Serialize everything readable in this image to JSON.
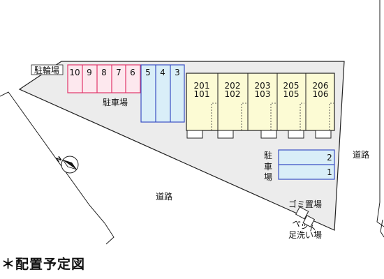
{
  "bicycle_parking_label": "駐輪場",
  "parking_label": "駐車場",
  "parking_label_side": [
    "駐",
    "車",
    "場"
  ],
  "road_label_center": "道路",
  "road_label_right": "道路",
  "garbage_label": "ゴミ置場",
  "pet_label": "ペット",
  "foot_wash_label": "足洗い場",
  "title": "＊配置予定図",
  "pink_spaces": [
    "10",
    "9",
    "8",
    "7",
    "6"
  ],
  "blue_spaces": [
    "5",
    "4",
    "3"
  ],
  "side_spaces": [
    "2",
    "1"
  ],
  "units": [
    {
      "upper": "201",
      "lower": "101"
    },
    {
      "upper": "202",
      "lower": "102"
    },
    {
      "upper": "203",
      "lower": "103"
    },
    {
      "upper": "205",
      "lower": "105"
    },
    {
      "upper": "206",
      "lower": "106"
    }
  ],
  "colors": {
    "lot": "#ececec",
    "pink_border": "#e0356a",
    "pink_fill": "#fde8ee",
    "blue_border": "#3a4fc4",
    "blue_fill": "#d9eef8",
    "building_fill": "#fcfbd4",
    "outline": "#222222"
  }
}
